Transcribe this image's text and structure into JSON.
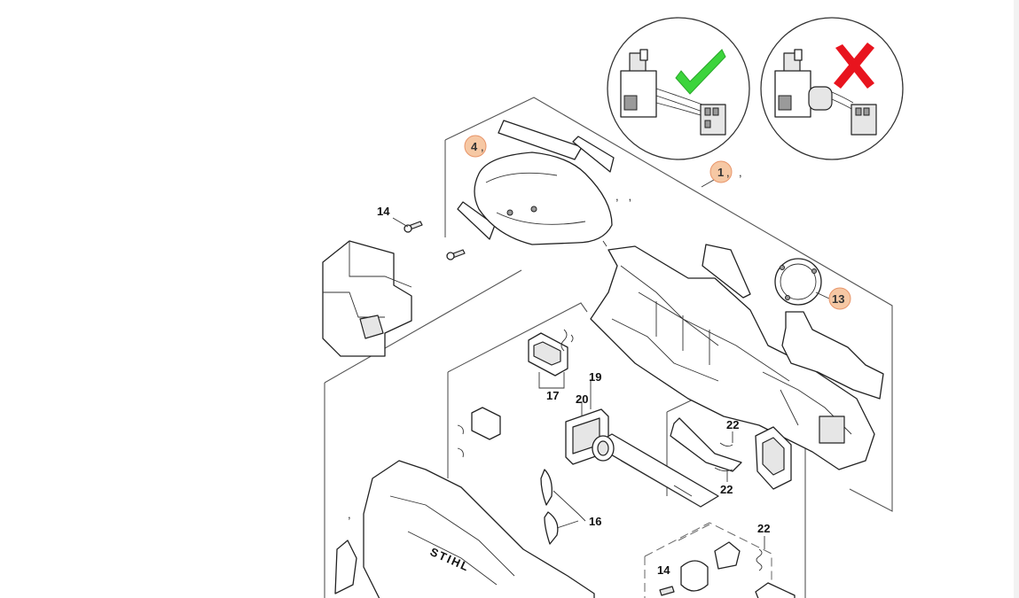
{
  "diagram": {
    "callouts": {
      "c14a": "14",
      "c4": "4",
      "c4_comma": ",",
      "c_commas": ",   ,",
      "c1": "1",
      "c1_comma": ",",
      "c1_trail": ",",
      "c13": "13",
      "c17": "17",
      "c19": "19",
      "c20": "20",
      "c22a": "22",
      "c22b": "22",
      "c22c": "22",
      "c16": "16",
      "c14b": "14",
      "c_comma_left": ","
    },
    "brand_text": "STIHL",
    "colors": {
      "highlight_fill": "#f6c8a4",
      "highlight_stroke": "#e8956a",
      "check": "#3cd43c",
      "cross": "#e8141e"
    },
    "icons": {
      "correct": "check-icon",
      "wrong": "cross-icon"
    }
  }
}
